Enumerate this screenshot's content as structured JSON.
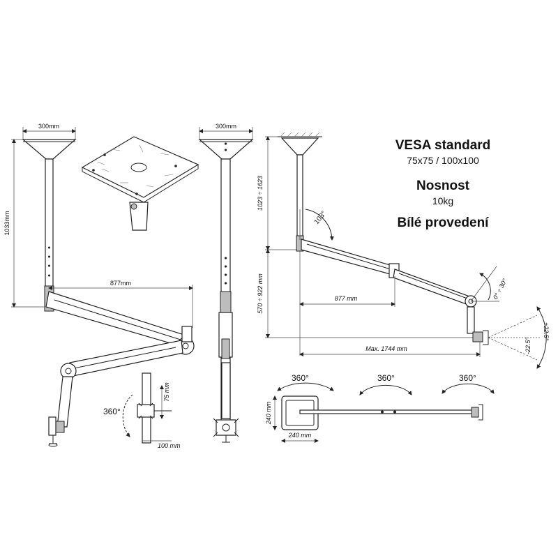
{
  "specs": {
    "vesa_title": "VESA standard",
    "vesa_value": "75x75 / 100x100",
    "load_title": "Nosnost",
    "load_value": "10kg",
    "finish_title": "Bílé provedení"
  },
  "dimensions": {
    "ceiling_plate_width_left": "300mm",
    "height_left": "1033mm",
    "arm_length_left": "877mm",
    "ceiling_plate_width_middle": "300mm",
    "vesa_height": "75 mm",
    "vesa_width": "100 mm",
    "height_range": "1023 ÷ 1623",
    "lower_height_range": "570 ÷ 922 mm",
    "arm_length_right": "877 mm",
    "max_reach": "Max. 1744 mm",
    "plate_height": "240 mm",
    "plate_width": "240 mm"
  },
  "angles": {
    "rotation_side": "360°",
    "joint_angle": "103°",
    "tilt_range": "0° ÷ 30°",
    "tilt_up": "+22.5°",
    "tilt_down": "-22.5°",
    "top_rotation_1": "360°",
    "top_rotation_2": "360°",
    "top_rotation_3": "360°"
  },
  "colors": {
    "line": "#222222",
    "part_fill": "#ffffff",
    "shade": "#bdbdbd"
  }
}
